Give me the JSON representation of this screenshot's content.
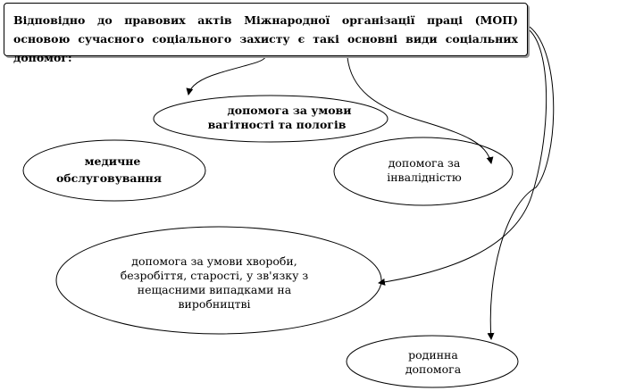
{
  "header": {
    "text": "Відповідно до правових актів Міжнародної організації праці (МОП) основою сучасного соціального захисту є такі основні види соціальних допомог:"
  },
  "nodes": {
    "pregnancy": {
      "line1": "допомога за умови",
      "line2": "вагітності та пологів"
    },
    "medical": {
      "line1": "медичне",
      "line2": "обслуговування"
    },
    "disability": {
      "line1": "допомога за",
      "line2": "інвалідністю"
    },
    "illness": {
      "line1": "допомога за умови хвороби,",
      "line2": "безробіття, старості, у зв'язку з",
      "line3": "нещасними випадками на",
      "line4": "виробництві"
    },
    "family": {
      "line1": "родинна",
      "line2": "допомога"
    }
  }
}
